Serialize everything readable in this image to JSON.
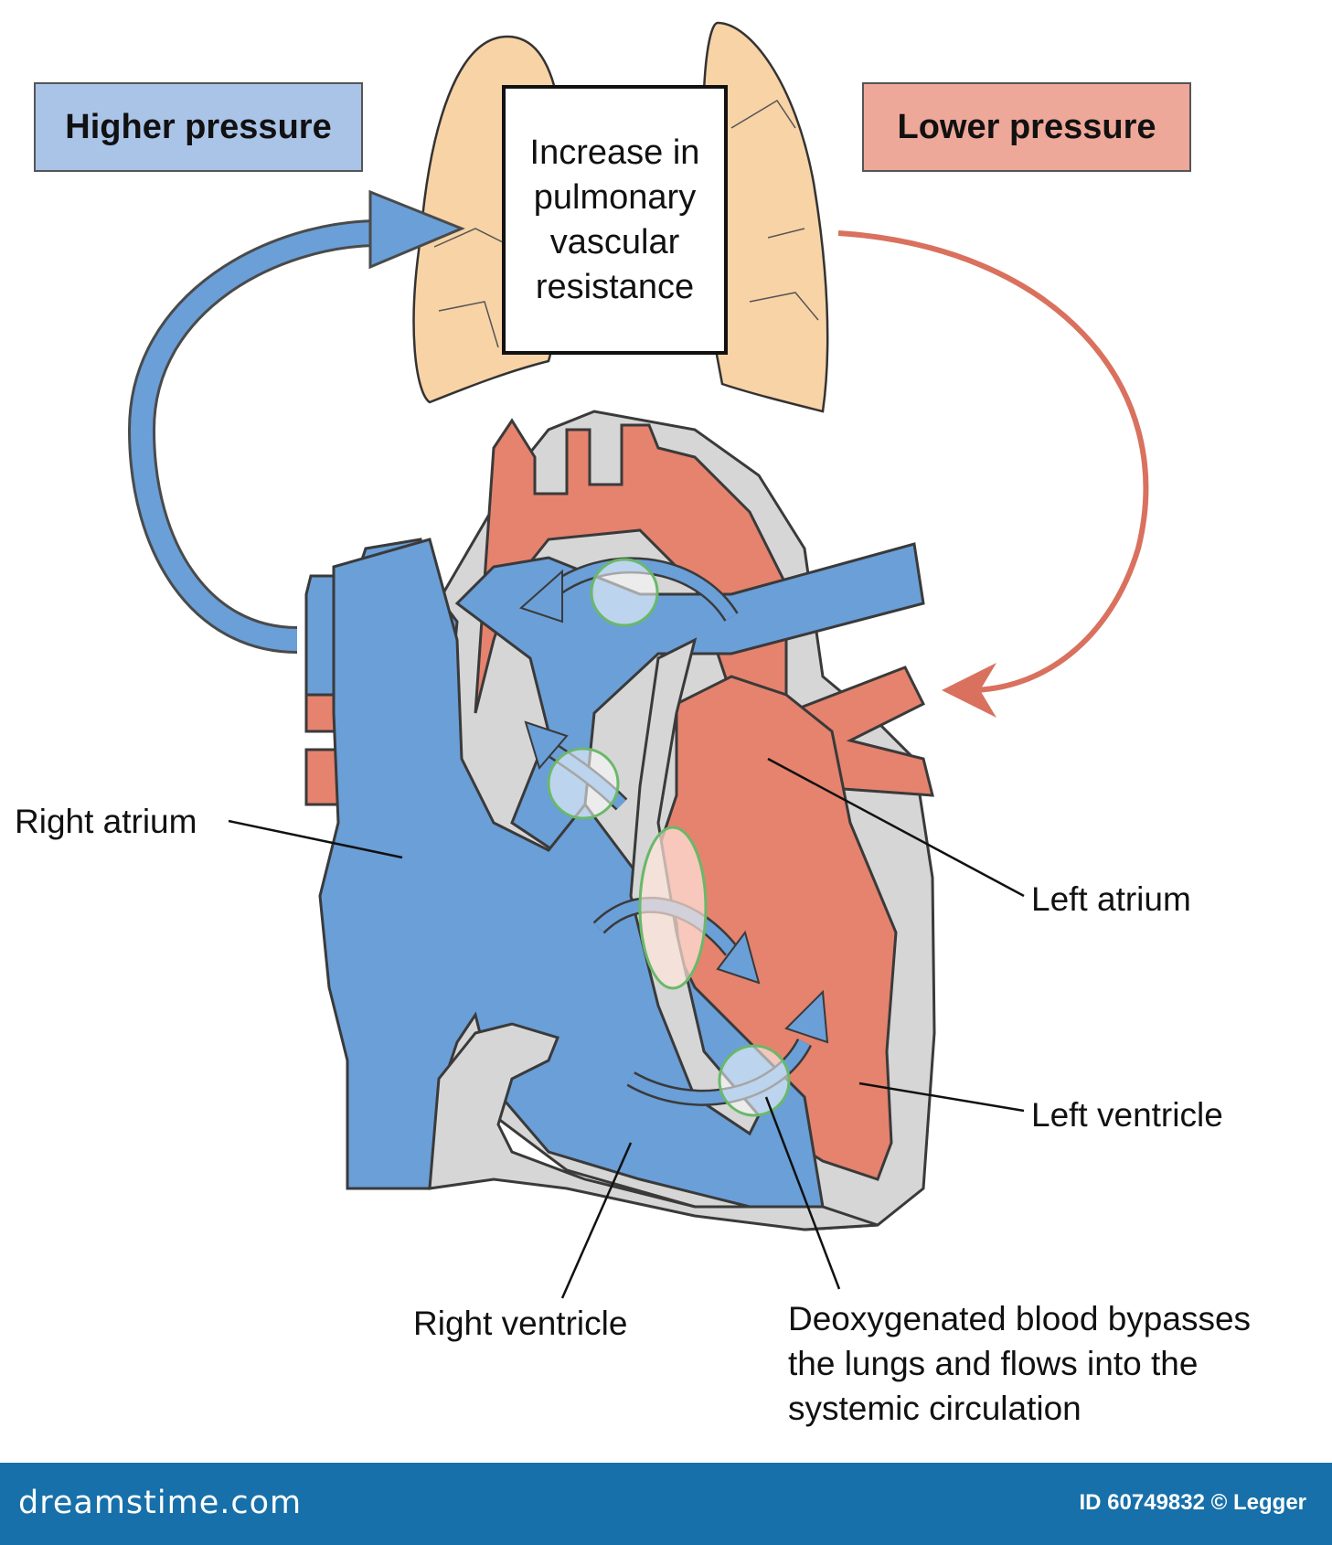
{
  "boxes": {
    "higher_pressure": "Higher pressure",
    "lower_pressure": "Lower pressure",
    "resistance_lines": [
      "Increase in",
      "pulmonary",
      "vascular",
      "resistance"
    ]
  },
  "labels": {
    "right_atrium": "Right atrium",
    "left_atrium": "Left atrium",
    "left_ventricle": "Left ventricle",
    "right_ventricle": "Right ventricle",
    "bypass_lines": [
      "Deoxygenated blood bypasses",
      "the lungs and flows into the",
      "systemic circulation"
    ]
  },
  "footer": {
    "brand": "dreamstime.com",
    "credit": "ID 60749832 © Legger"
  },
  "colors": {
    "deoxygenated_blue": "#6a9fd8",
    "oxygenated_red": "#e5836e",
    "heart_wall_gray": "#d6d6d6",
    "lung_tan": "#f8d3a6",
    "higher_pressure_box": "#aac4e8",
    "lower_pressure_box": "#eea89a",
    "valve_green": "#6ab86a",
    "footer_blue": "#1770a9"
  }
}
